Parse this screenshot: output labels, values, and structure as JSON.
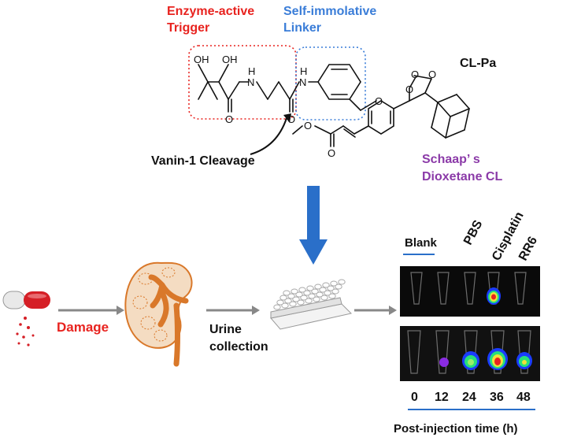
{
  "title_labels": {
    "trigger_line1": "Enzyme-active",
    "trigger_line2": "Trigger",
    "linker_line1": "Self-immolative",
    "linker_line2": "Linker",
    "probe_name": "CL-Pa",
    "cleavage": "Vanin-1 Cleavage",
    "dioxetane_line1": "Schaap’ s",
    "dioxetane_line2": "Dioxetane CL"
  },
  "atoms": {
    "oh1": "OH",
    "oh2": "OH",
    "h1": "H",
    "n1": "N",
    "h2": "H",
    "n2": "N",
    "o_carbonyl1": "O",
    "o_carbonyl2": "O",
    "o_ether": "O",
    "o_methoxy": "O",
    "o_peroxide1": "O",
    "o_peroxide2": "O",
    "o_ester": "O",
    "o_ester_carbonyl": "O"
  },
  "workflow": {
    "damage": "Damage",
    "urine_line1": "Urine",
    "urine_line2": "collection"
  },
  "imaging": {
    "top_labels": [
      "Blank",
      "PBS",
      "Cisplatin",
      "RR6"
    ],
    "time_values": [
      "0",
      "12",
      "24",
      "36",
      "48"
    ],
    "axis_title": "Post-injection time (h)"
  },
  "colors": {
    "trigger_red": "#e8231f",
    "linker_blue": "#3a7dd8",
    "dioxetane_purple": "#8b3aa8",
    "arrow_blue": "#2a6fc9",
    "kidney_orange": "#d9782a"
  }
}
